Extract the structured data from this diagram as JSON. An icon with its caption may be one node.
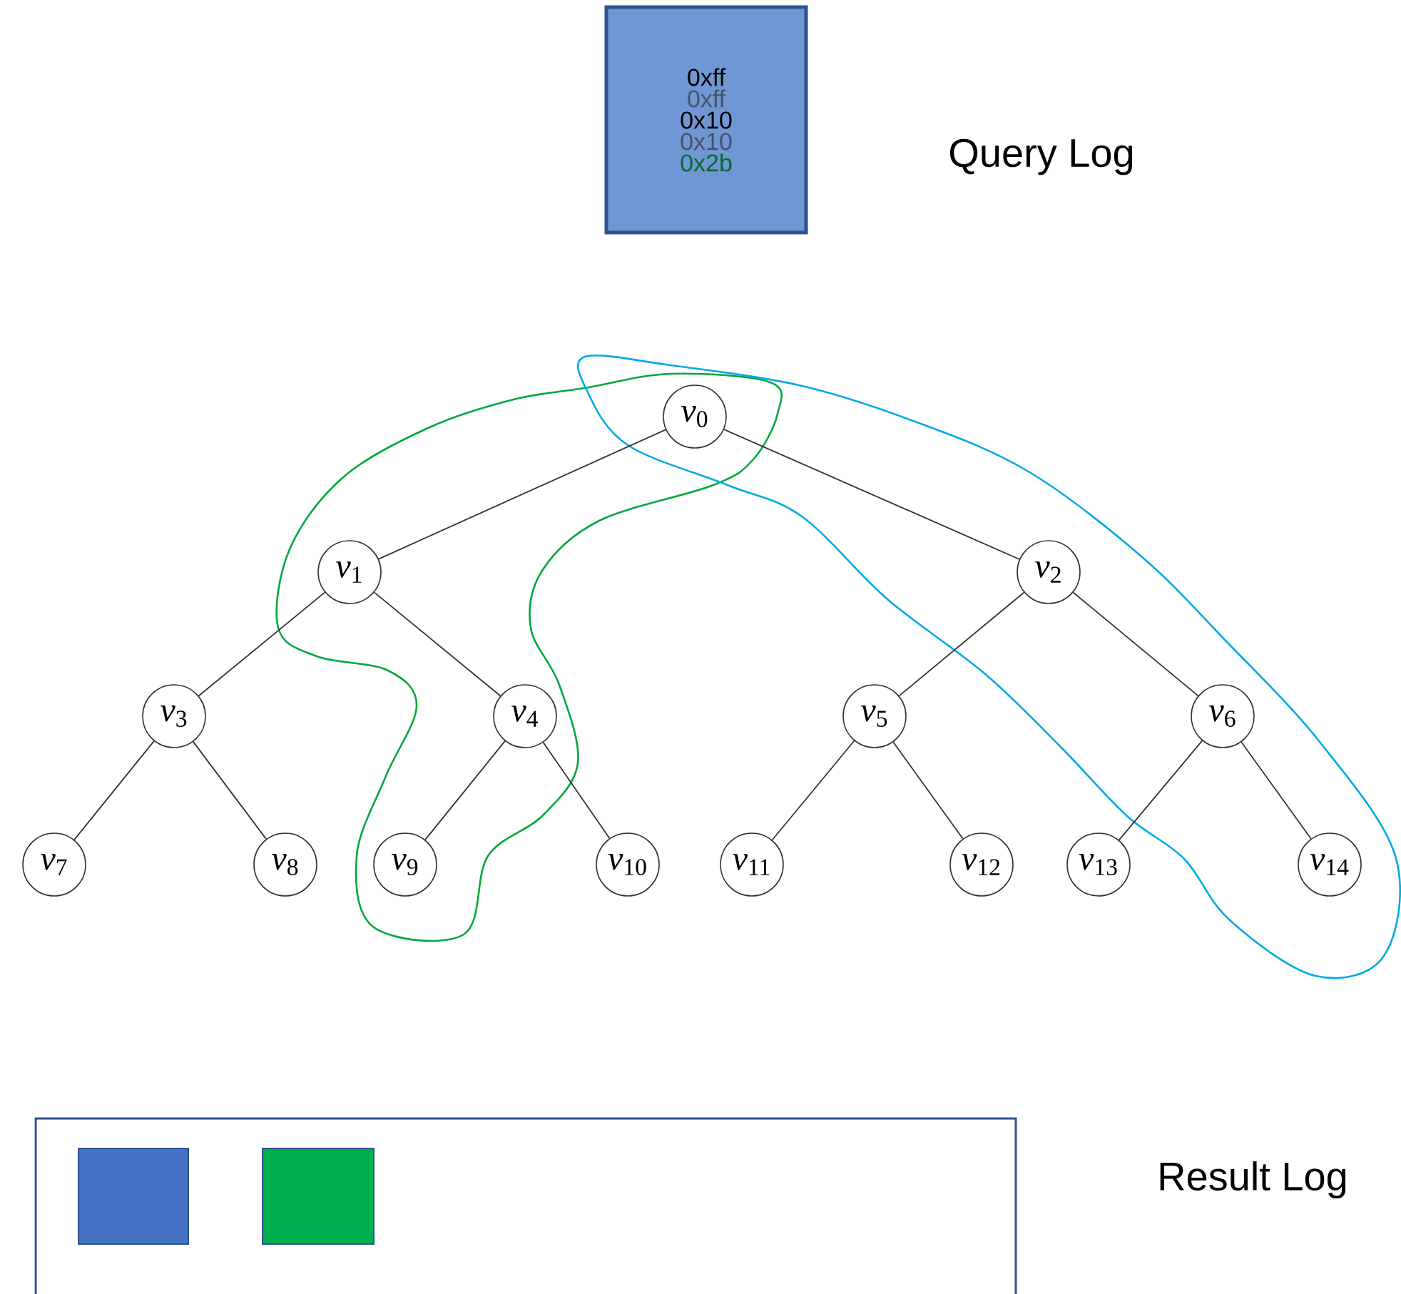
{
  "diagram": {
    "nodes": [
      {
        "text": [
          "0xff",
          "0xff",
          "0x10",
          "0x10",
          "0x2b"
        ],
        "beside": [
          "Query Log"
        ]
      },
      {
        "text": [
          "*v*$_{0}$"
        ]
      },
      {
        "text": [
          "*v*$_{1}$"
        ]
      },
      {
        "text": [
          "*v*$_{2}$"
        ]
      },
      {
        "text": [
          "*v*$_{3}$"
        ]
      },
      {
        "text": [
          "*v*$_{4}$"
        ]
      },
      {
        "text": [
          "*v*$_{5}$"
        ]
      },
      {
        "text": [
          "*v*$_{6}$"
        ]
      },
      {
        "text": [
          "*v*$_{7}$"
        ]
      },
      {
        "text": [
          "*v*$_{8}$"
        ]
      },
      {
        "text": [
          "*v*$_{9}$"
        ]
      },
      {
        "text": [
          "*v*$_{10}$"
        ]
      },
      {
        "text": [
          "*v*$_{11}$"
        ]
      },
      {
        "text": [
          "*v*$_{12}$"
        ]
      },
      {
        "text": [
          "*v*$_{13}$"
        ]
      },
      {
        "text": [
          "*v*$_{14}$"
        ]
      },
      {
        "text": [],
        "shape": "box",
        "beside": [
          "Result Log"
        ]
      },
      {
        "text": [],
        "shape": "box",
        "in": 16
      },
      {
        "text": [],
        "shape": "box",
        "in": 16
      }
    ],
    "edges": [
      {
        "from": 1,
        "to": 2,
        "arrow": "none"
      },
      {
        "from": 1,
        "to": 3,
        "arrow": "none"
      },
      {
        "from": 2,
        "to": 4,
        "arrow": "none"
      },
      {
        "from": 2,
        "to": 5,
        "arrow": "none"
      },
      {
        "from": 3,
        "to": 6,
        "arrow": "none"
      },
      {
        "from": 3,
        "to": 7,
        "arrow": "none"
      },
      {
        "from": 4,
        "to": 8,
        "arrow": "none"
      },
      {
        "from": 4,
        "to": 9,
        "arrow": "none"
      },
      {
        "from": 5,
        "to": 10,
        "arrow": "none"
      },
      {
        "from": 5,
        "to": 11,
        "arrow": "none"
      },
      {
        "from": 6,
        "to": 12,
        "arrow": "none"
      },
      {
        "from": 6,
        "to": 13,
        "arrow": "none"
      },
      {
        "from": 7,
        "to": 14,
        "arrow": "none"
      },
      {
        "from": 7,
        "to": 15,
        "arrow": "none"
      }
    ]
  }
}
